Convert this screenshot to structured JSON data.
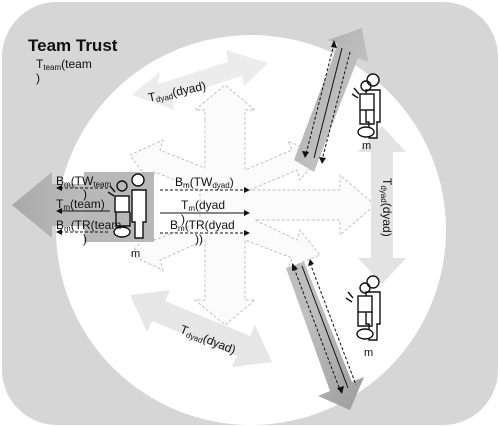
{
  "title": "Team Trust",
  "team_label": {
    "base": "T",
    "sub": "team",
    "arg": "(team",
    "close": ")"
  },
  "dyad_labels": [
    {
      "base": "T",
      "sub": "dyad",
      "arg": "(dyad)"
    },
    {
      "base": "T",
      "sub": "dyad",
      "arg": "(dyad)"
    },
    {
      "base": "T",
      "sub": "dyad",
      "arg": "(dyad)"
    }
  ],
  "left_labels": [
    {
      "base": "B",
      "sub": "m",
      "arg": "(TW",
      "sub2": "team",
      "close": ")"
    },
    {
      "base": "T",
      "sub": "m",
      "arg": "(team)"
    },
    {
      "base": "B",
      "sub": "m",
      "arg": "(TR(team",
      "close": ")"
    }
  ],
  "center_labels": [
    {
      "base": "B",
      "sub": "m",
      "arg": "(TW",
      "sub2": "dyad",
      "close": ")"
    },
    {
      "base": "T",
      "sub": "m",
      "arg": "(dyad",
      "close": ")"
    },
    {
      "base": "B",
      "sub": "m",
      "arg": "(TR(dyad",
      "close": "))"
    }
  ],
  "member_labels": [
    "m",
    "m",
    "m"
  ],
  "colors": {
    "outer_region": "#d6d6d6",
    "dyad_arrow": "#e9e9e9",
    "member_arrow_light": "#c4c4c4",
    "member_arrow_dark": "#9a9a9a",
    "outline": "#b5b5b5"
  },
  "icons": [
    "human-robot-team-icon",
    "human-robot-team-icon",
    "human-robot-team-icon"
  ]
}
